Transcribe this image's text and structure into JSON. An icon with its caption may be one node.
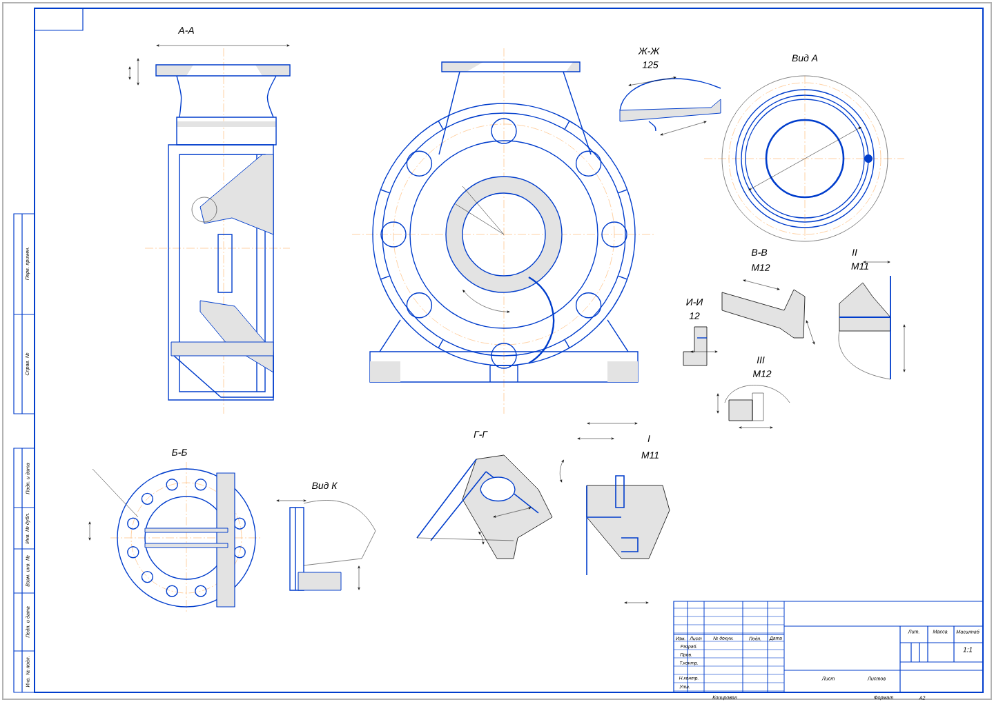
{
  "diagram": {
    "labels": [
      "А-А",
      "Ж-Ж",
      "125",
      "Вид А",
      "В-В",
      "М12",
      "И-И",
      "12",
      "II",
      "М11",
      "III",
      "М12",
      "Б-Б",
      "Вид К",
      "Г-Г",
      "I",
      "М11",
      "Перв. примен.",
      "Справ. №",
      "Подп. и дата",
      "Инв. № дубл.",
      "Взам. инв. №",
      "Подп. и дата",
      "Инв. № подл.",
      "Изм.",
      "Лист",
      "№ докум.",
      "Подп.",
      "Дата",
      "Разраб.",
      "Пров.",
      "Т.контр.",
      "Н.контр.",
      "Утв.",
      "Лит.",
      "Масса",
      "Масштаб",
      "1:1",
      "Лист",
      "Листов",
      "Копировал",
      "Формат",
      "A2"
    ]
  }
}
